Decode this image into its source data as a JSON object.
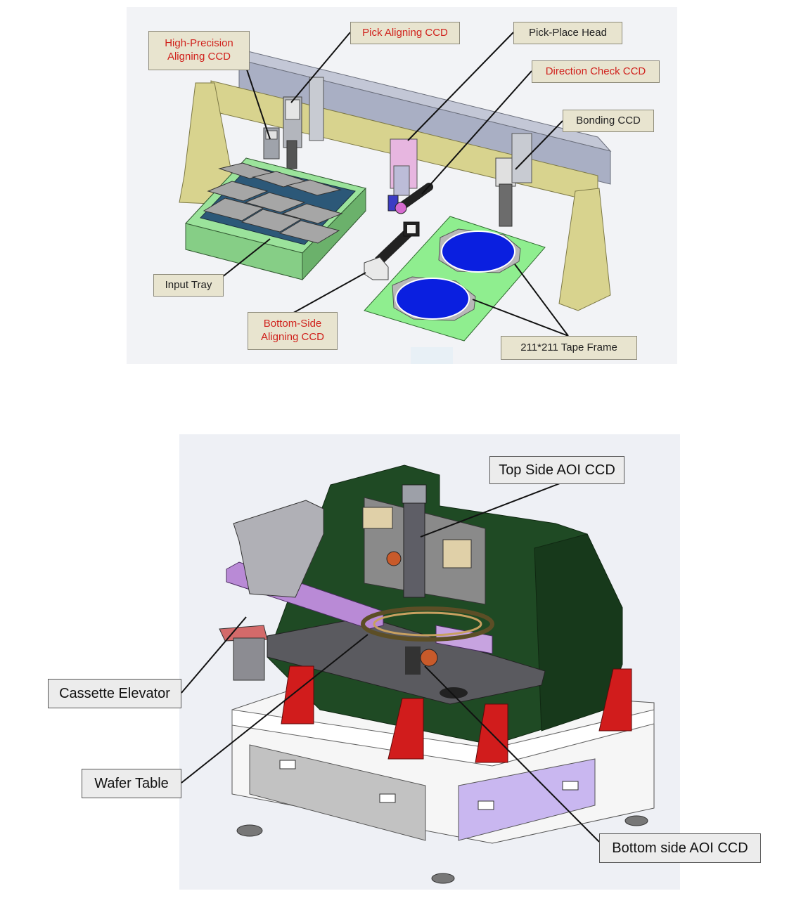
{
  "top_figure": {
    "labels": {
      "high_precision": "High-Precision\nAligning CCD",
      "pick_aligning": "Pick Aligning CCD",
      "pick_place_head": "Pick-Place Head",
      "direction_check": "Direction Check CCD",
      "bonding": "Bonding CCD",
      "input_tray": "Input Tray",
      "bottom_side": "Bottom-Side\nAligning CCD",
      "tape_frame": "211*211 Tape Frame"
    }
  },
  "bottom_figure": {
    "labels": {
      "top_side_aoi": "Top Side AOI CCD",
      "cassette_elevator": "Cassette Elevator",
      "wafer_table": "Wafer Table",
      "bottom_side_aoi": "Bottom side AOI CCD"
    }
  },
  "colors": {
    "gantry_beam": "#a9afc4",
    "gantry_legs": "#d8d38e",
    "tray": "#9be39b",
    "tape_plate": "#8fee8f",
    "wafer": "#0a1fe0",
    "machine_body": "#1f4a24",
    "purple_parts": "#b98ad6",
    "red_supports": "#d11c1c",
    "red_label_text": "#d0211c"
  }
}
